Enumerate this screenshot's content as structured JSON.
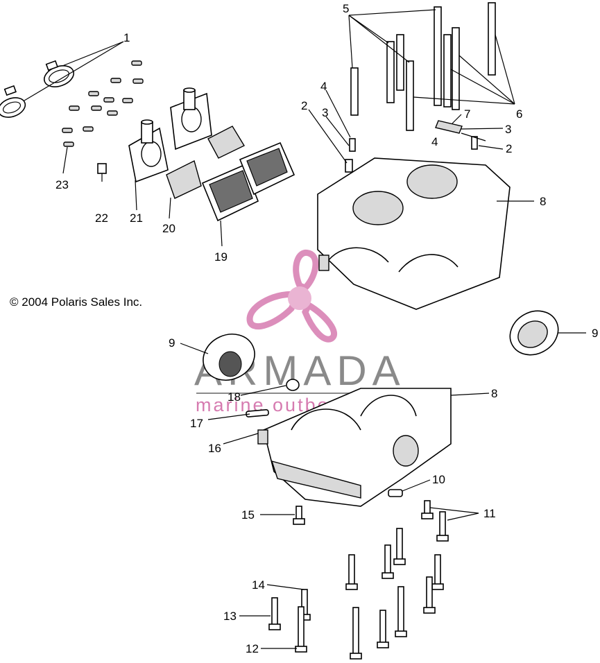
{
  "copyright": "© 2004 Polaris Sales Inc.",
  "watermark": {
    "brand": "ARMADA",
    "tagline": "marine outboards",
    "brand_color": "#8a8a8a",
    "accent_color": "#d67bb0"
  },
  "callouts": {
    "c1": "1",
    "c2a": "2",
    "c2b": "2",
    "c3a": "3",
    "c3b": "3",
    "c4a": "4",
    "c4b": "4",
    "c5": "5",
    "c6": "6",
    "c7": "7",
    "c8a": "8",
    "c8b": "8",
    "c9a": "9",
    "c9b": "9",
    "c10": "10",
    "c11": "11",
    "c12": "12",
    "c13": "13",
    "c14": "14",
    "c15": "15",
    "c16": "16",
    "c17": "17",
    "c18": "18",
    "c19": "19",
    "c20": "20",
    "c21": "21",
    "c22": "22",
    "c23": "23"
  }
}
